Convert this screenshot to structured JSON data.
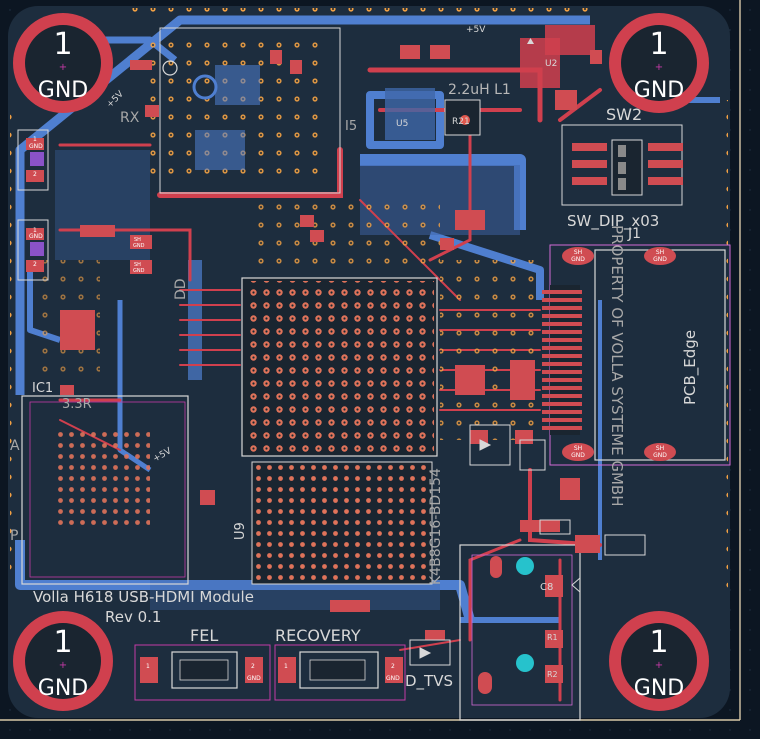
{
  "colors": {
    "background": "#0c1622",
    "board": "#1d2d3e",
    "copper_front": "#d0404e",
    "copper_back": "#4f7fd0",
    "pad": "#d04c52",
    "via": "#f0a044",
    "silk": "#d8d8d8",
    "fab": "#c43aa6",
    "courtyard": "#d36ad6",
    "edge": "#d8c8a8",
    "pad_label": "#ffffff",
    "cyan": "#26c2cc",
    "purple": "#8a52c8"
  },
  "mounting_holes": [
    {
      "number": "1",
      "net": "GND"
    },
    {
      "number": "1",
      "net": "GND"
    },
    {
      "number": "1",
      "net": "GND"
    },
    {
      "number": "1",
      "net": "GND"
    }
  ],
  "silkscreen": {
    "board_title": "Volla H618 USB-HDMI Module",
    "revision": "Rev 0.1",
    "fel_label": "FEL",
    "recovery_label": "RECOVERY",
    "sw2": "SW2",
    "sw_dip": "SW_DIP_x03",
    "ic1": "IC1",
    "ref_u9": "U9",
    "ref_j1": "J1",
    "ref_l1": "2.2uH L1",
    "ref_u2": "U2",
    "ref_u5": "U5",
    "ref_r21": "R21",
    "ref_c8": "C8",
    "ref_r1": "R1",
    "ref_r2": "R2",
    "d_tvs": "D_TVS",
    "pcb_edge": "PCB_Edge",
    "copyright": "PROPERTY OF VOLLA SYSTEME GMBH",
    "ram_text": "K4B8G16-BD154",
    "rx_text": "RX",
    "label_a": "A",
    "label_p": "P",
    "label_p5v": "+5V",
    "label_3v3": "3.3R",
    "label_dd": "DD",
    "label_i5": "I5",
    "sh_pad": "SH",
    "gnd_pad": "GND",
    "pin1": "1",
    "pin2": "2"
  }
}
